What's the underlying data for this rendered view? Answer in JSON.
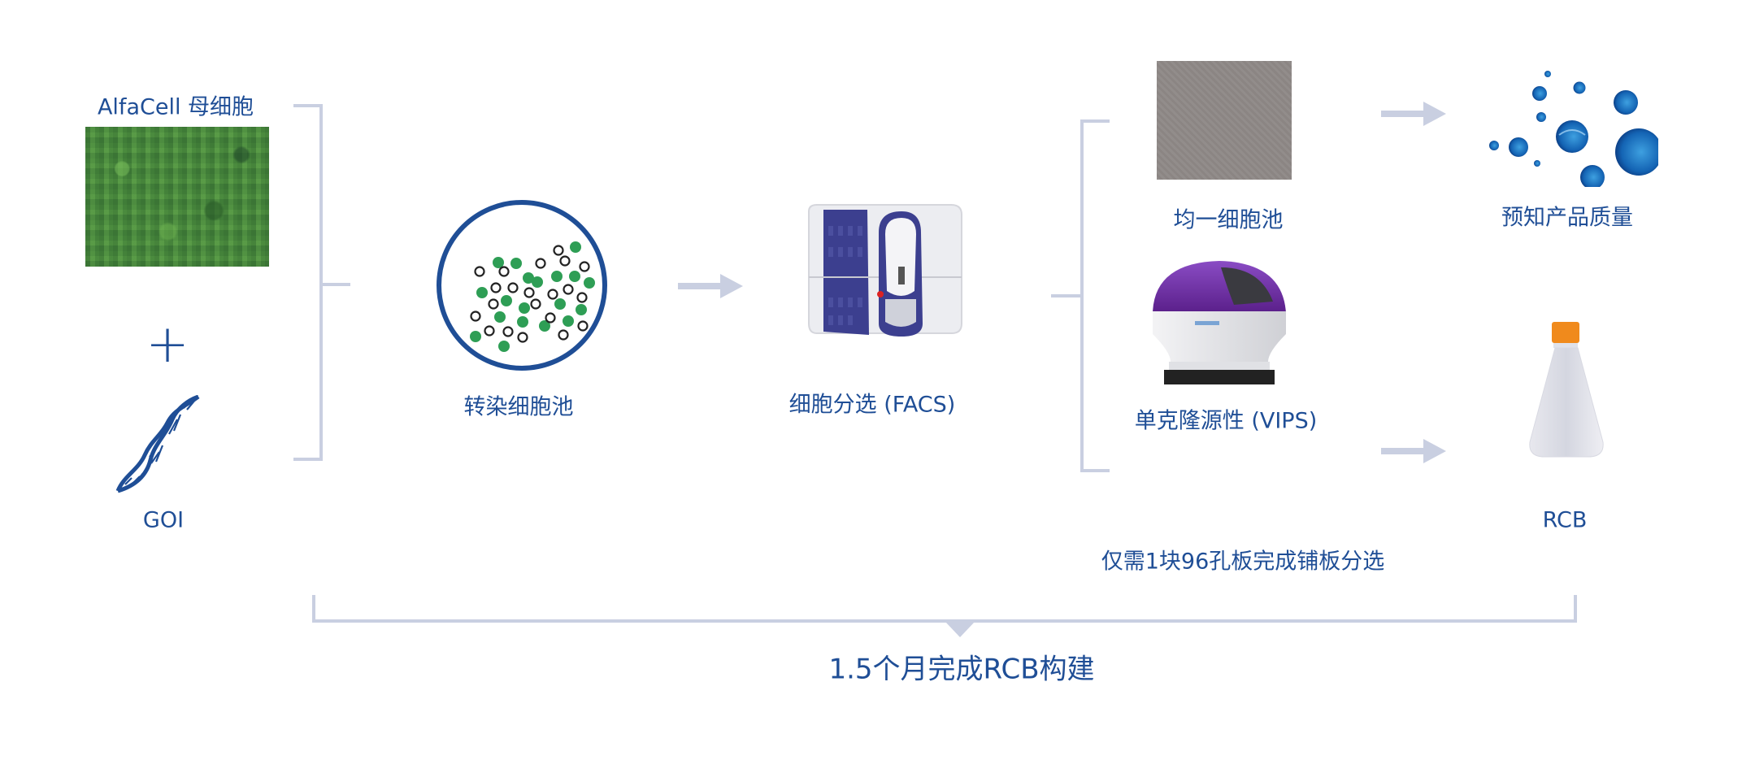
{
  "colors": {
    "text": "#1f4e96",
    "connector": "#c9cfe1",
    "ring": "#1f4e96",
    "cell_green": "#2e9e55",
    "cell_outline": "#222222",
    "instrument_purple": "#6b2fa0",
    "facs_blue": "#3c3f8f",
    "flask_cap": "#f08a1c"
  },
  "inputs": {
    "parent_cell_label": "AlfaCell 母细胞",
    "plus_symbol": "+",
    "goi_label": "GOI"
  },
  "steps": {
    "transfected_pool_label": "转染细胞池",
    "facs_label": "细胞分选 (FACS)",
    "uniform_pool_label": "均一细胞池",
    "vips_label": "单克隆源性 (VIPS)",
    "product_quality_label": "预知产品质量",
    "rcb_label": "RCB"
  },
  "notes": {
    "plate_note": "仅需1块96孔板完成铺板分选",
    "timeline": "1.5个月完成RCB构建"
  },
  "icons": {
    "parent_cells": "cell-culture-image",
    "goi": "dna-helix-icon",
    "pool": "cell-pool-icon",
    "facs": "facs-instrument",
    "uniform": "uniform-cell-image",
    "vips": "vips-instrument",
    "quality": "bubbles-icon",
    "rcb": "flask-icon"
  }
}
